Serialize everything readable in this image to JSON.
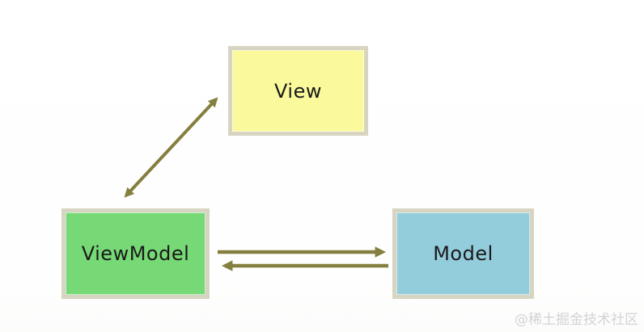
{
  "colors": {
    "view_fill": "#FAFA9C",
    "viewmodel_fill": "#77D976",
    "model_fill": "#93CCDB",
    "box_border": "#D8D4C2",
    "box_text": "#1A1A1A",
    "arrow": "#857F3F",
    "watermark": "#D3D3D3"
  },
  "diagram": {
    "boxes": {
      "view": {
        "label": "View"
      },
      "viewmodel": {
        "label": "ViewModel"
      },
      "model": {
        "label": "Model"
      }
    },
    "arrows": [
      {
        "name": "viewmodel-view-arrow",
        "direction": "bidirectional",
        "from": "ViewModel",
        "to": "View"
      },
      {
        "name": "viewmodel-to-model-arrow",
        "direction": "right",
        "from": "ViewModel",
        "to": "Model"
      },
      {
        "name": "model-to-viewmodel-arrow",
        "direction": "left",
        "from": "Model",
        "to": "ViewModel"
      }
    ]
  },
  "watermark": {
    "text": "@稀土掘金技术社区"
  }
}
